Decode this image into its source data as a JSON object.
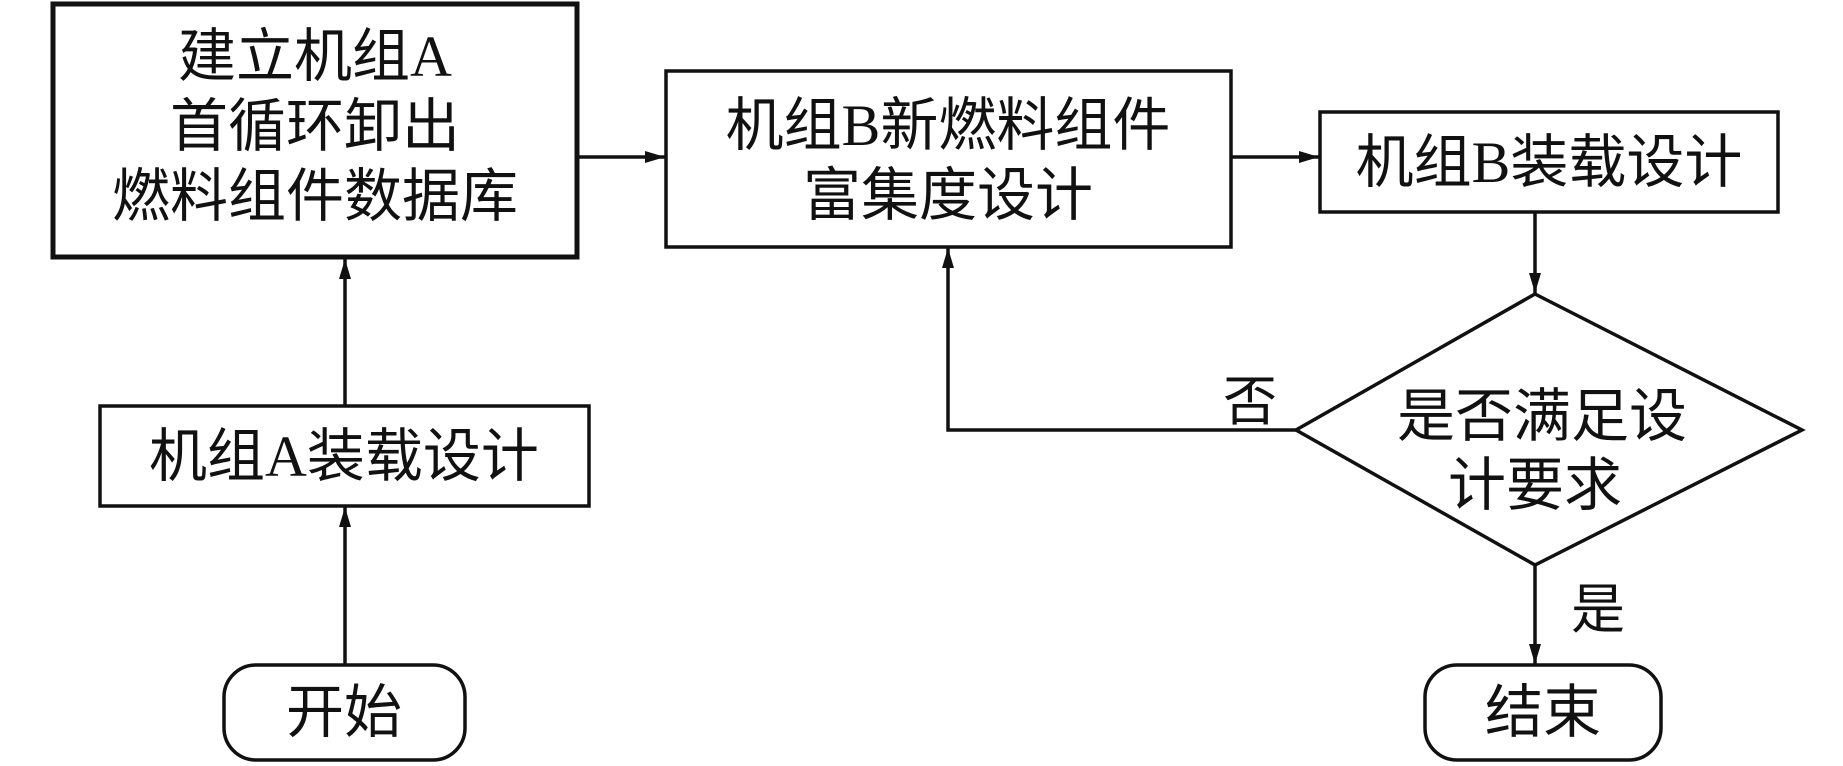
{
  "nodes": {
    "start": {
      "label": "开始"
    },
    "unit_a_loading": {
      "label": "机组A装载设计"
    },
    "database": {
      "lines": [
        "建立机组A",
        "首循环卸出",
        "燃料组件数据库"
      ]
    },
    "enrichment": {
      "lines": [
        "机组B新燃料组件",
        "富集度设计"
      ]
    },
    "unit_b_loading": {
      "label": "机组B装载设计"
    },
    "decision": {
      "lines": [
        "是否满足设",
        "计要求"
      ]
    },
    "end": {
      "label": "结束"
    }
  },
  "edges": {
    "no_label": "否",
    "yes_label": "是"
  }
}
